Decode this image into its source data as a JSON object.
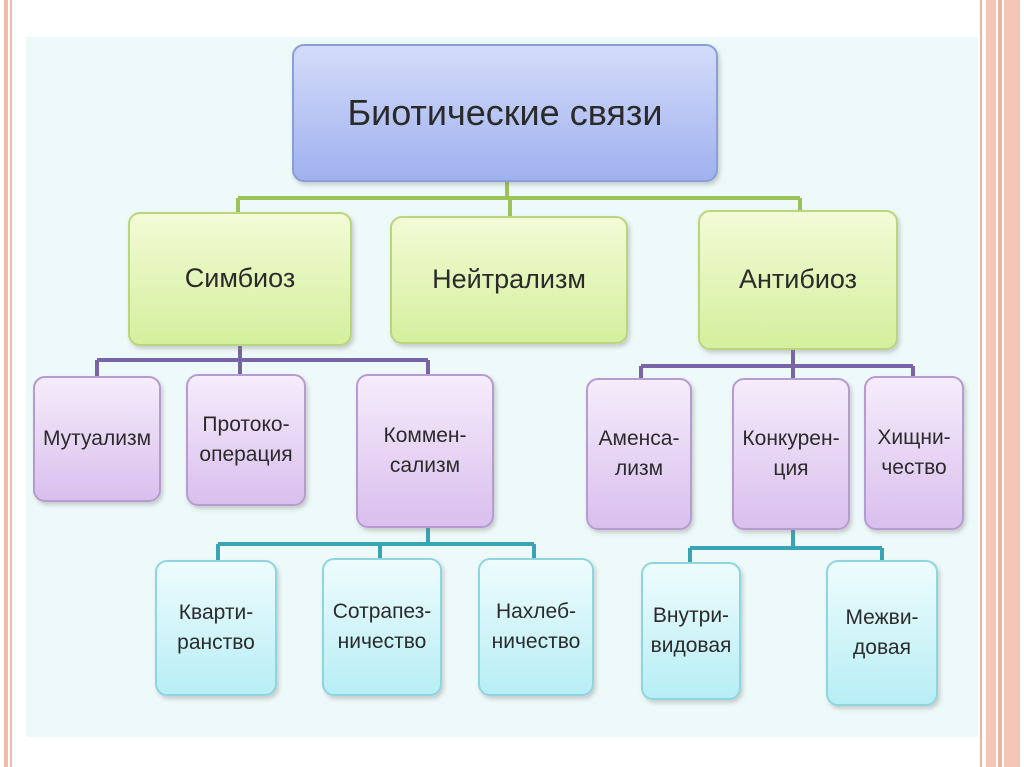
{
  "diagram": {
    "root": "Биотические связи",
    "level1": [
      "Симбиоз",
      "Нейтрализм",
      "Антибиоз"
    ],
    "symbiosis_children": [
      "Мутуализм",
      "Протоко-\nоперация",
      "Коммен-\nсализм"
    ],
    "commensalism_children": [
      "Кварти-\nранство",
      "Сотрапез-\nничество",
      "Нахлеб-\nничество"
    ],
    "antibiosis_children": [
      "Аменса-\nлизм",
      "Конкурен-\nция",
      "Хищни-\nчество"
    ],
    "competition_children": [
      "Внутри-\nвидовая",
      "Межви-\nдовая"
    ],
    "colors": {
      "root": "#a9b9f0",
      "level1": "#dff3b4",
      "level2": "#e3cff3",
      "level3": "#c9f2f7",
      "connector_green": "#9cc25a",
      "connector_purple": "#7a64a8",
      "connector_teal": "#3aa3b5"
    }
  }
}
